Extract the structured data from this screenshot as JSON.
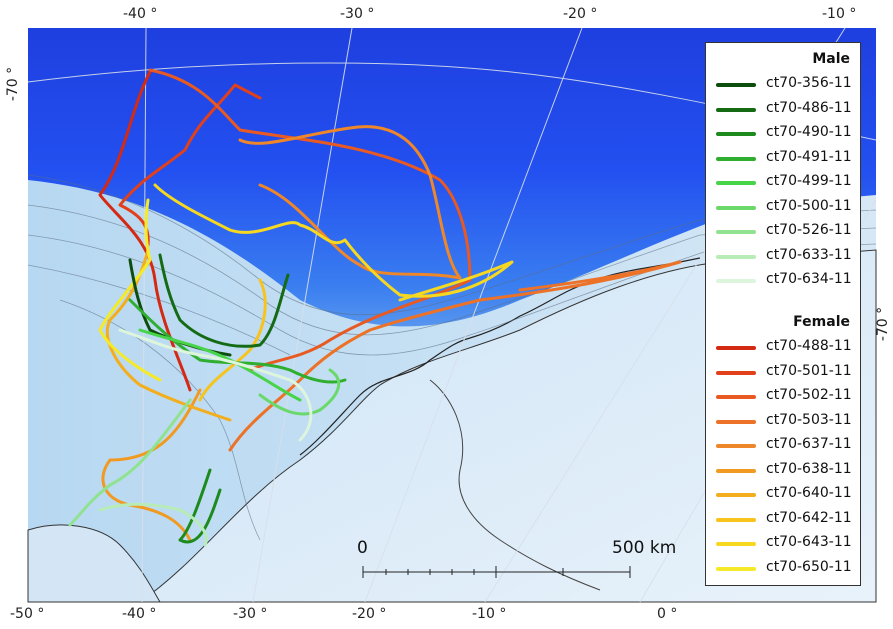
{
  "axes": {
    "top_ticks": [
      "-40 °",
      "-30 °",
      "-20 °",
      "-10 °"
    ],
    "bottom_ticks": [
      "-50 °",
      "-40 °",
      "-30 °",
      "-20 °",
      "-10 °",
      "0 °"
    ],
    "left_tick": "-70 °",
    "right_tick": "-70 °"
  },
  "legend": {
    "male_title": "Male",
    "male": [
      {
        "label": "ct70-356-11",
        "color": "#0d4d0d"
      },
      {
        "label": "ct70-486-11",
        "color": "#146b14"
      },
      {
        "label": "ct70-490-11",
        "color": "#1d8a1d"
      },
      {
        "label": "ct70-491-11",
        "color": "#2fae2f"
      },
      {
        "label": "ct70-499-11",
        "color": "#48d448"
      },
      {
        "label": "ct70-500-11",
        "color": "#6ad96a"
      },
      {
        "label": "ct70-526-11",
        "color": "#90e290"
      },
      {
        "label": "ct70-633-11",
        "color": "#b7ecb7"
      },
      {
        "label": "ct70-634-11",
        "color": "#dcf5dc"
      }
    ],
    "female_title": "Female",
    "female": [
      {
        "label": "ct70-488-11",
        "color": "#d42a14"
      },
      {
        "label": "ct70-501-11",
        "color": "#e2401a"
      },
      {
        "label": "ct70-502-11",
        "color": "#e85a22"
      },
      {
        "label": "ct70-503-11",
        "color": "#ec7228"
      },
      {
        "label": "ct70-637-11",
        "color": "#ee862a"
      },
      {
        "label": "ct70-638-11",
        "color": "#f09a22"
      },
      {
        "label": "ct70-640-11",
        "color": "#f3ae1e"
      },
      {
        "label": "ct70-642-11",
        "color": "#f6c41c"
      },
      {
        "label": "ct70-643-11",
        "color": "#f7d820"
      },
      {
        "label": "ct70-650-11",
        "color": "#f4ea28"
      }
    ]
  },
  "scalebar": {
    "start_label": "0",
    "end_label": "500 km"
  }
}
